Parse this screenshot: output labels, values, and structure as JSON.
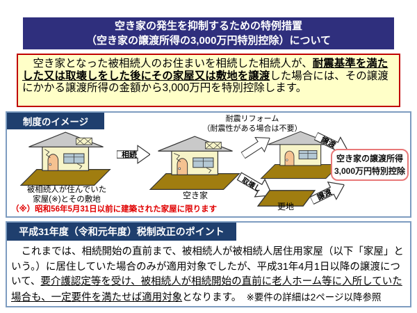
{
  "header": {
    "line1": "空き家の発生を抑制するための特例措置",
    "line2": "（空き家の譲渡所得の3,000万円特別控除）について"
  },
  "summary": {
    "segments": [
      {
        "text": "　空き家となった被相続人のお住まいを相続した相続人が、",
        "style": "plain"
      },
      {
        "text": "耐震基準を満たした又は取壊しをした後にその家屋又は敷地を譲渡",
        "style": "bold-underline"
      },
      {
        "text": "した場合には、その譲渡にかかる譲渡所得の金額から3,000万円を特別控除します。",
        "style": "plain"
      }
    ]
  },
  "scheme": {
    "label": "制度のイメージ",
    "retrofit_line1": "耐震リフォーム",
    "retrofit_line2": "（耐震性がある場合は不要）",
    "house1_caption_line1": "被相続人が住んでいた",
    "house1_caption_line2": "家屋(※)とその敷地",
    "arrow_inherit": "相続",
    "house2_caption": "空き家",
    "arrow_demolish": "取壊し",
    "land_caption": "更地",
    "arrow_transfer_top": "譲渡",
    "arrow_transfer_bottom": "譲渡",
    "benefit_line1": "空き家の譲渡所得",
    "benefit_line2": "3,000万円特別控除",
    "footnote": "（※）昭和56年5月31日以前に建築された家屋に限ります"
  },
  "points": {
    "label": "平成31年度（令和元年度）税制改正のポイント",
    "segments": [
      {
        "text": "　これまでは、相続開始の直前まで、被相続人が被相続人居住用家屋（以下「家屋」という。）に居住していた場合のみが適用対象でしたが、平成31年4月1日以降の譲渡について、",
        "style": "plain"
      },
      {
        "text": "要介護認定等を受け、被相続人が相続開始の直前に老人ホーム等に入所していた場合も、一定要件を満たせば適用対象",
        "style": "underline"
      },
      {
        "text": "となります。　",
        "style": "plain"
      },
      {
        "text": "※要件の詳細は2ページ以降参照",
        "style": "note"
      }
    ]
  },
  "colors": {
    "header_bg": "#2f2f7d",
    "label_bg": "#1f3f6e",
    "section_border": "#7d9cc0",
    "summary_bg": "#ffffc8",
    "summary_border": "#c00000",
    "accent_red": "#e00000",
    "benefit_border": "#e87878",
    "ground": "#a07d10",
    "roof": "#c9c9c9",
    "wall": "#f7f4c8"
  }
}
